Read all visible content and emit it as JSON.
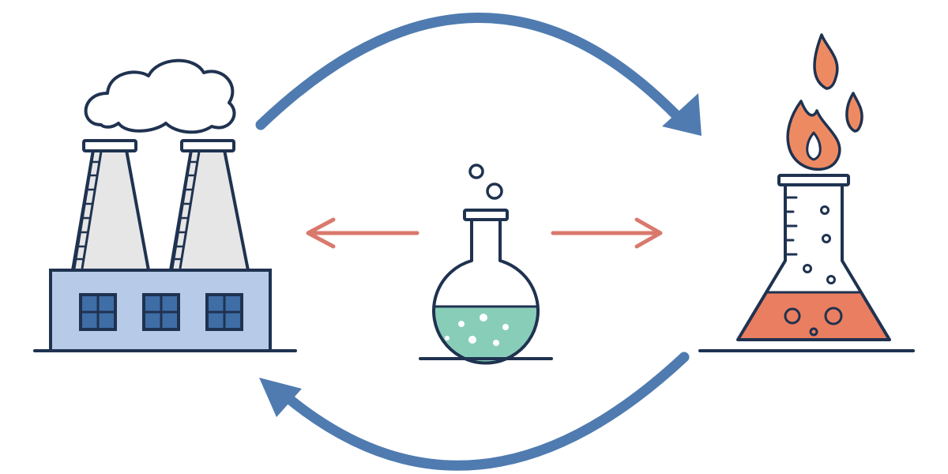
{
  "diagram": {
    "nodes": [
      {
        "id": "factory",
        "icon": "factory-icon"
      },
      {
        "id": "round-flask",
        "icon": "round-bottom-flask-icon"
      },
      {
        "id": "heated-flask",
        "icon": "erlenmeyer-flask-flame-icon"
      }
    ],
    "edges": [
      {
        "from": "factory",
        "to": "heated-flask",
        "style": "curved-arrow"
      },
      {
        "from": "heated-flask",
        "to": "factory",
        "style": "curved-arrow"
      },
      {
        "from": "round-flask",
        "to": "factory",
        "style": "straight-arrow"
      },
      {
        "from": "round-flask",
        "to": "heated-flask",
        "style": "straight-arrow"
      }
    ]
  },
  "colors": {
    "outline": "#1f3250",
    "cycle_arrow": "#4f7bb0",
    "side_arrow": "#d9796c",
    "building_fill": "#b7cbe8",
    "window_fill": "#3f6da6",
    "stack_fill": "#e6e6e6",
    "liquid_green": "#88cdb8",
    "liquid_orange": "#ea7e60",
    "flame": "#ee8a62"
  }
}
